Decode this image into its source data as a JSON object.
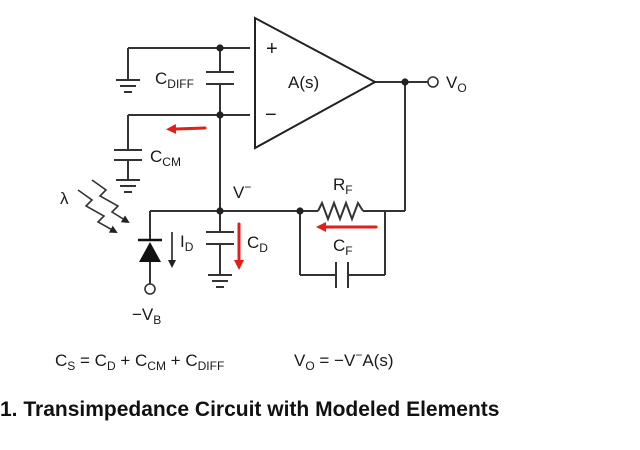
{
  "diagram": {
    "opamp": {
      "plus": "+",
      "minus": "−",
      "gain": "A(s)"
    },
    "output": {
      "main": "V",
      "sub": "O"
    },
    "c_diff": {
      "main": "C",
      "sub": "DIFF"
    },
    "c_cm": {
      "main": "C",
      "sub": "CM"
    },
    "c_d": {
      "main": "C",
      "sub": "D"
    },
    "r_f": {
      "main": "R",
      "sub": "F"
    },
    "c_f": {
      "main": "C",
      "sub": "F"
    },
    "i_d": {
      "main": "I",
      "sub": "D"
    },
    "v_minus": {
      "main": "V",
      "sup": "−"
    },
    "bias": {
      "main": "−V",
      "sub": "B"
    },
    "lambda": "λ",
    "colors": {
      "wire": "#333333",
      "arrow": "#e0201c"
    }
  },
  "equations": {
    "cs": {
      "s1": "C",
      "s1_sub": "S",
      "s2": " = C",
      "s2_sub": "D",
      "s3": " + C",
      "s3_sub": "CM",
      "s4": " + C",
      "s4_sub": "DIFF"
    },
    "vo": {
      "s1": "V",
      "s1_sub": "O",
      "s2": " = −V",
      "s2_sup": "−",
      "s3": "A(s)"
    }
  },
  "caption": "1. Transimpedance Circuit with Modeled Elements"
}
